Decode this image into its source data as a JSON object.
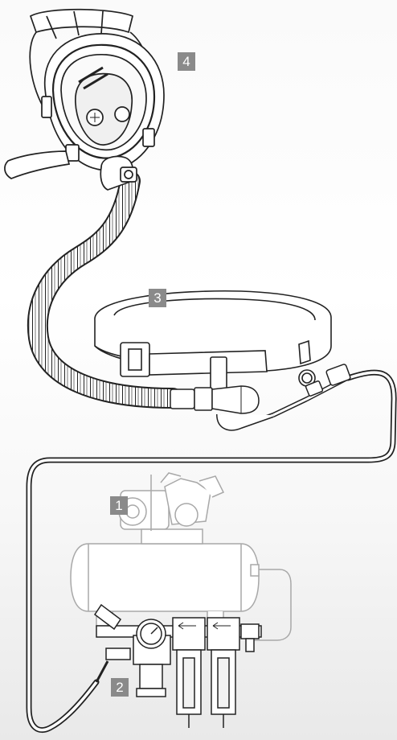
{
  "labels": {
    "compressor": "1",
    "filter_unit": "2",
    "belt": "3",
    "mask": "4"
  },
  "colors": {
    "badge": "#8a8a8a",
    "line_art": "#222222",
    "faded_line_art": "#a8a8a8"
  },
  "icons": [
    "full-face-mask",
    "breathing-hose",
    "waist-belt",
    "air-compressor",
    "pressure-regulator",
    "air-filters",
    "supply-hose"
  ]
}
